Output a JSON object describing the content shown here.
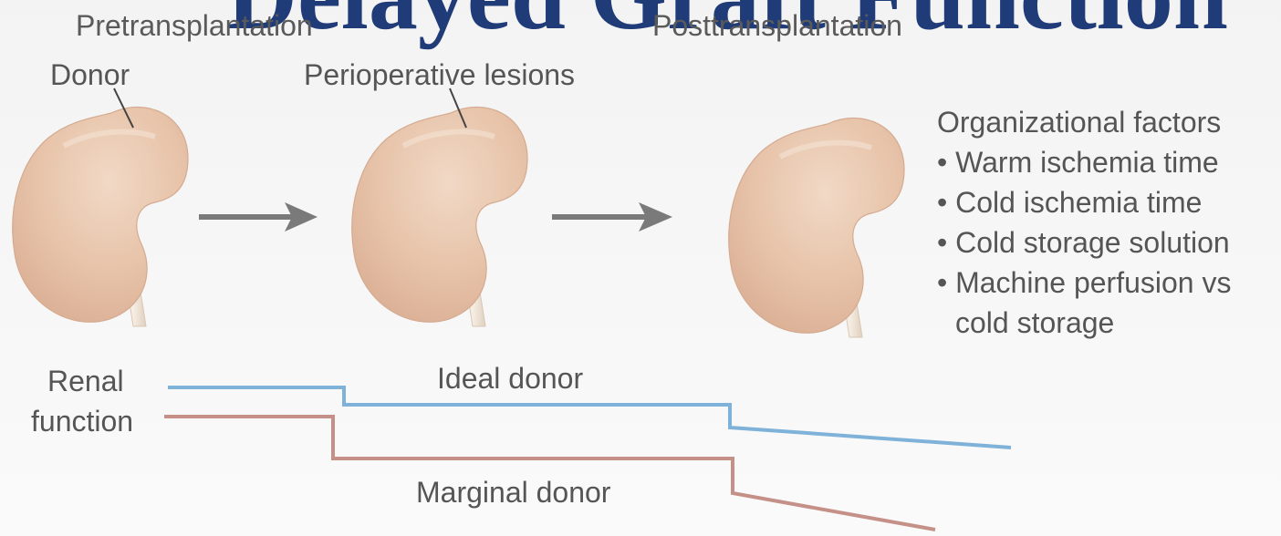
{
  "headline": "Delayed Graft Function",
  "phases": {
    "pre": "Pretransplantation",
    "post": "Posttransplantation"
  },
  "labels": {
    "donor": "Donor",
    "perioperative": "Perioperative lesions",
    "renal_function_line1": "Renal",
    "renal_function_line2": "function",
    "ideal_donor": "Ideal donor",
    "marginal_donor": "Marginal donor"
  },
  "organizational_factors": {
    "title": "Organizational factors",
    "items": [
      "• Warm ischemia time",
      "• Cold ischemia time",
      "• Cold storage solution",
      "• Machine perfusion vs"
    ],
    "continuation": "cold storage"
  },
  "colors": {
    "ideal_line": "#7fb2d8",
    "marginal_line": "#c49088",
    "arrow": "#7a7a7a",
    "kidney": "#e8c6ae",
    "headline": "#1f3b78"
  },
  "icons": [
    "kidney-donor",
    "kidney-perioperative",
    "kidney-posttransplant",
    "arrow-right",
    "arrow-right"
  ]
}
